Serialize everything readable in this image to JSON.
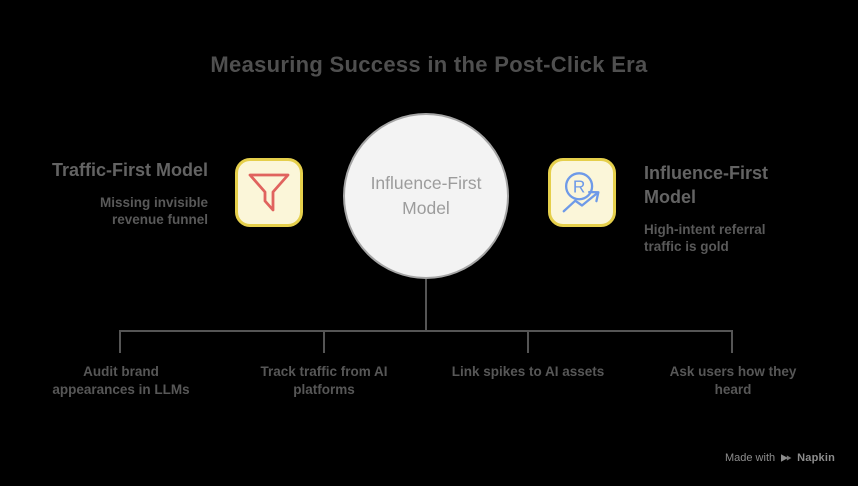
{
  "title": "Measuring Success in the Post-Click Era",
  "left_item": {
    "heading": "Traffic-First Model",
    "subtitle": "Missing invisible revenue funnel",
    "icon": "funnel-icon"
  },
  "center_node": {
    "label": "Influence-First Model"
  },
  "right_item": {
    "heading": "Influence-First Model",
    "subtitle": "High-intent referral traffic is gold",
    "icon": "registered-trend-arrow-icon"
  },
  "branches": [
    {
      "label": "Audit brand appearances in LLMs"
    },
    {
      "label": "Track traffic from AI platforms"
    },
    {
      "label": "Link spikes to AI assets"
    },
    {
      "label": "Ask users how they heard"
    }
  ],
  "watermark": {
    "prefix": "Made with",
    "brand": "Napkin",
    "logo": "napkin-logo-icon"
  },
  "colors": {
    "bg": "#000000",
    "title": "#4f4f4f",
    "heading": "#636363",
    "subtitle": "#595959",
    "branch": "#575757",
    "line": "#555555",
    "circle-fill": "#f3f3f3",
    "circle-border": "#a5a5a5",
    "circle-text": "#9c9c9c",
    "icon-bg": "#fbf6d9",
    "icon-border": "#e5cf4b",
    "funnel": "#e0635e",
    "blue": "#6e9ae8",
    "watermark": "#8d8d8d"
  }
}
